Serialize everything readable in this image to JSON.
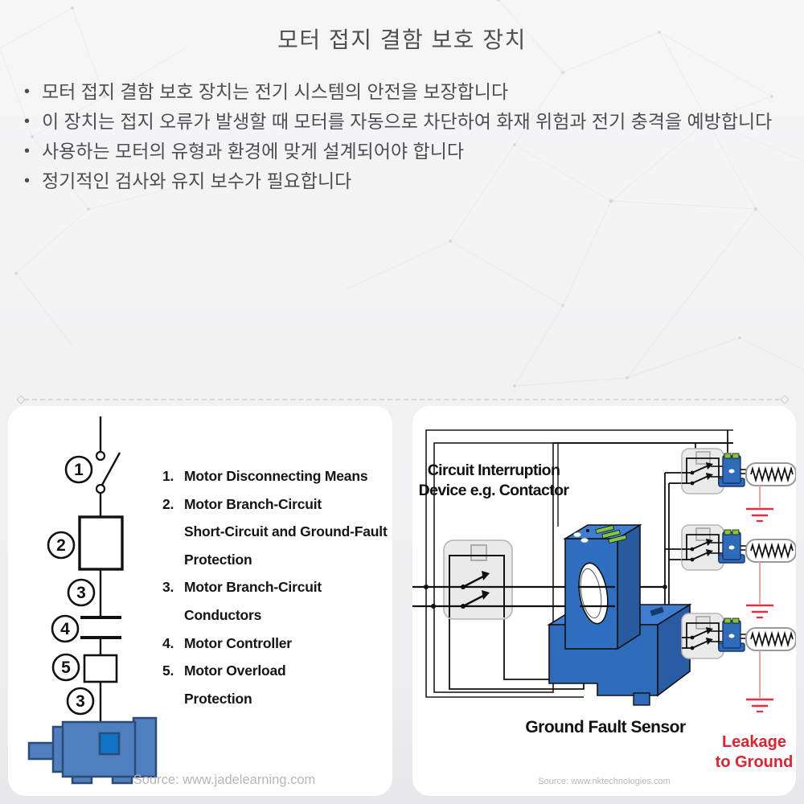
{
  "title": "모터 접지 결함 보호 장치",
  "bullets": [
    "모터 접지 결함 보호 장치는 전기 시스템의 안전을 보장합니다",
    "이 장치는 접지 오류가 발생할 때 모터를 자동으로 차단하여 화재 위험과 전기 충격을 예방합니다",
    "사용하는 모터의 유형과 환경에 맞게 설계되어야 합니다",
    "정기적인 검사와 유지 보수가 필요합니다"
  ],
  "bullet_char": "•",
  "left_diagram": {
    "callouts": [
      "1",
      "2",
      "3",
      "4",
      "5",
      "3"
    ],
    "legend": [
      {
        "num": "1.",
        "text": "Motor Disconnecting Means"
      },
      {
        "num": "2.",
        "text": "Motor Branch-Circuit"
      },
      {
        "num": "",
        "text": "Short-Circuit and Ground-Fault"
      },
      {
        "num": "",
        "text": "Protection"
      },
      {
        "num": "3.",
        "text": "Motor Branch-Circuit"
      },
      {
        "num": "",
        "text": "Conductors"
      },
      {
        "num": "4.",
        "text": "Motor Controller"
      },
      {
        "num": "5.",
        "text": "Motor Overload"
      },
      {
        "num": "",
        "text": "Protection"
      }
    ],
    "source": "Source: www.jadelearning.com"
  },
  "right_diagram": {
    "contactor_label_line1": "Circuit Interruption",
    "contactor_label_line2": "Device e.g. Contactor",
    "sensor_label": "Ground Fault Sensor",
    "leakage_line1": "Leakage",
    "leakage_line2": "to Ground",
    "source": "Source: www.nktechnologies.com"
  },
  "colors": {
    "motor_blue": "#4f7fbe",
    "motor_border": "#2d4b77",
    "motor_square": "#0f74c8",
    "device_blue": "#2e6bb8",
    "device_blue_dark": "#275a9f",
    "device_blue_light": "#3f7dd0",
    "indicator_green": "#86c440",
    "leakage_red": "#e02330",
    "ground_red": "#e62e3e",
    "title_gray": "#4f4f52",
    "source_gray": "#b6b6b8"
  }
}
